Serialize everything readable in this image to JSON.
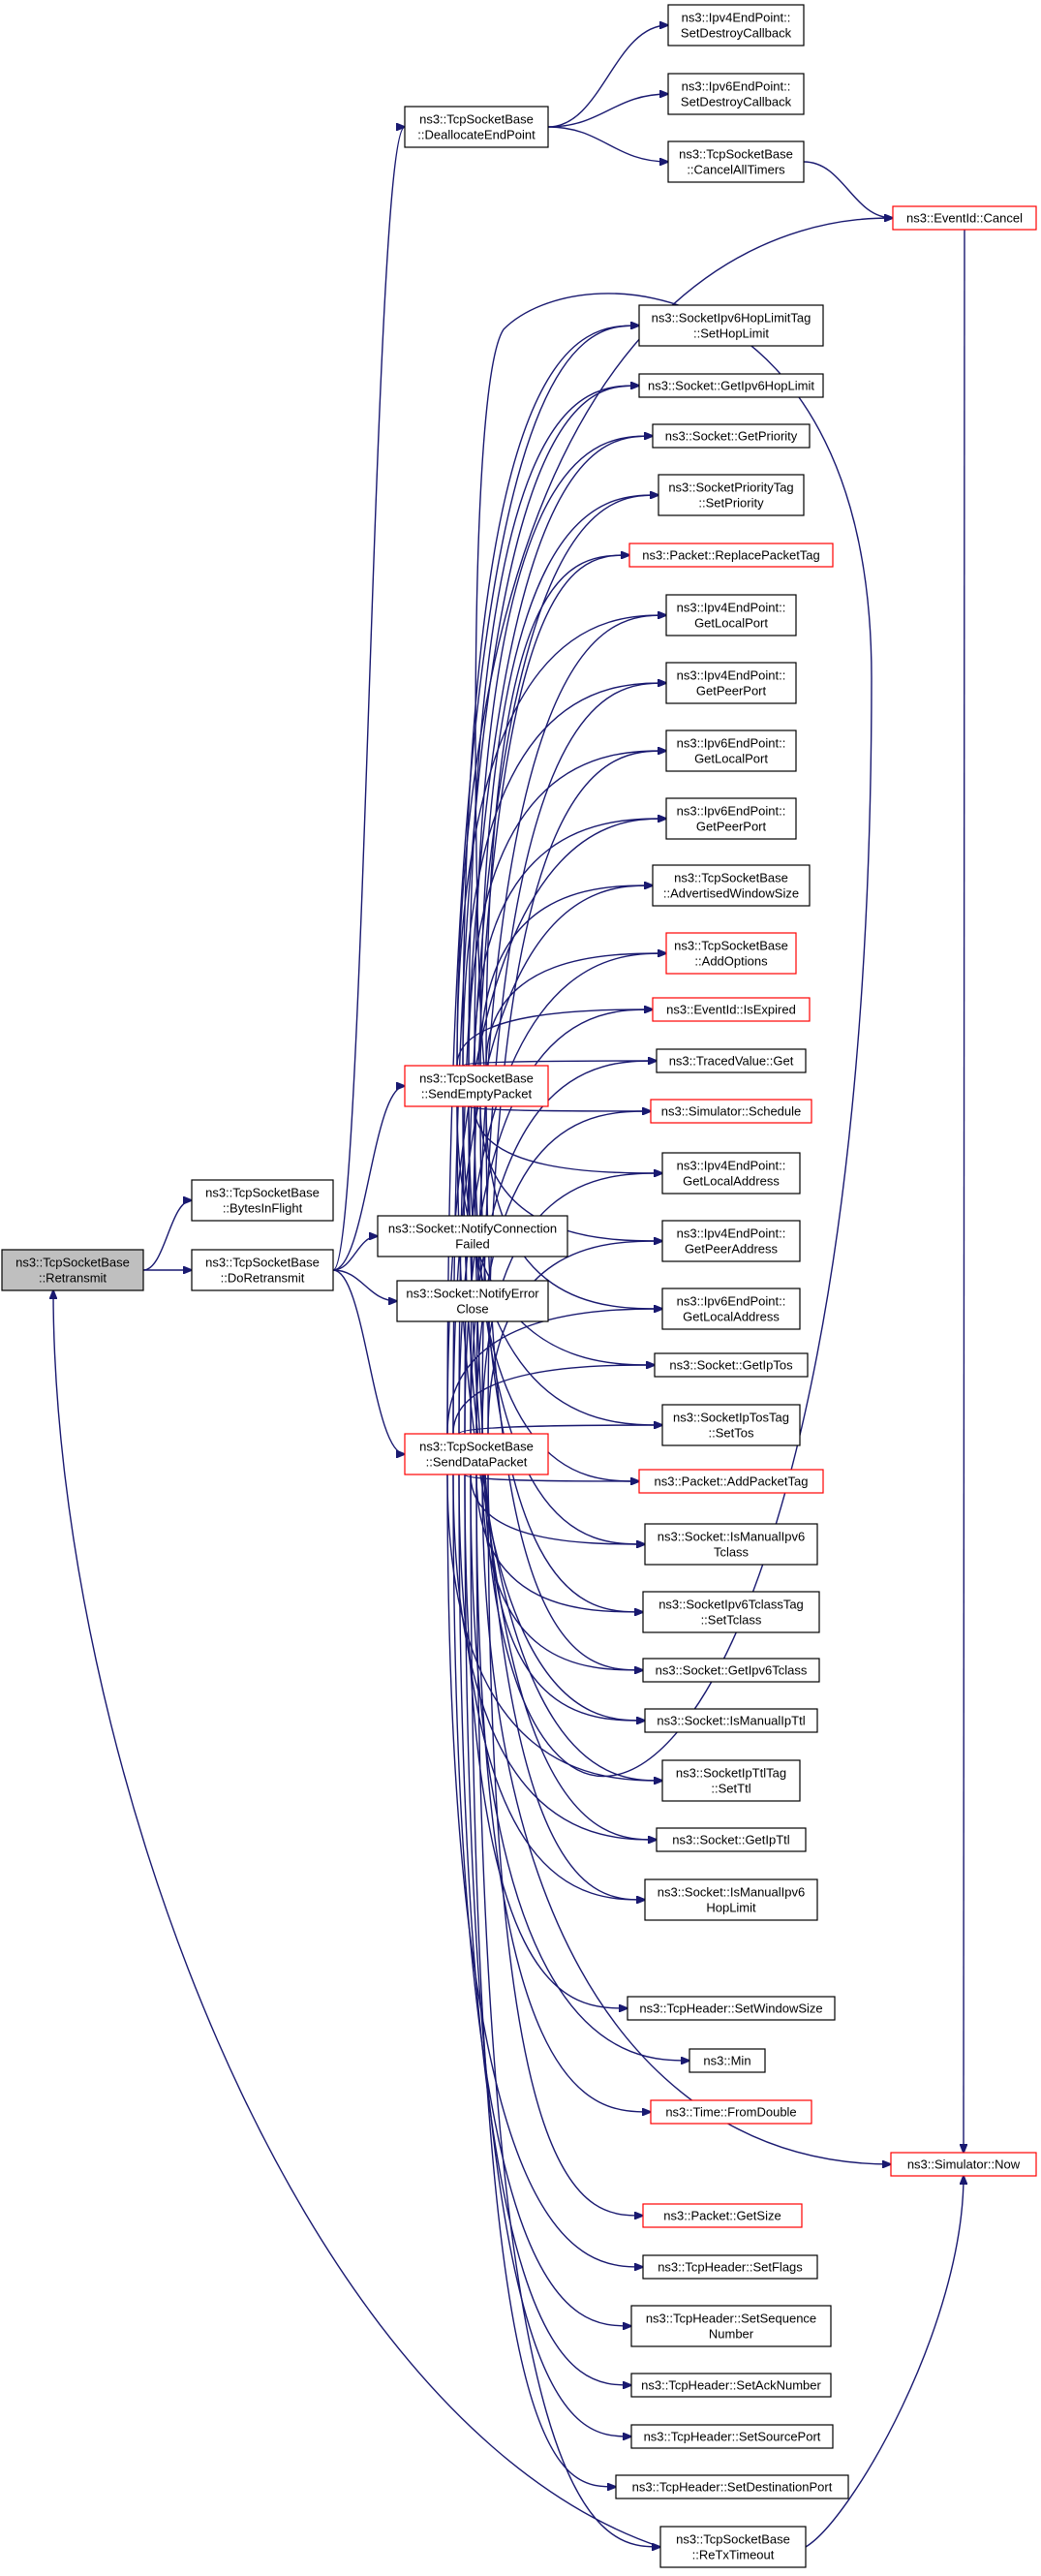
{
  "nodes": [
    {
      "id": "root",
      "lines": [
        "ns3::TcpSocketBase",
        "::Retransmit"
      ],
      "kind": "root"
    },
    {
      "id": "bif",
      "lines": [
        "ns3::TcpSocketBase",
        "::BytesInFlight"
      ],
      "kind": "normal"
    },
    {
      "id": "dor",
      "lines": [
        "ns3::TcpSocketBase",
        "::DoRetransmit"
      ],
      "kind": "normal"
    },
    {
      "id": "dealloc",
      "lines": [
        "ns3::TcpSocketBase",
        "::DeallocateEndPoint"
      ],
      "kind": "normal"
    },
    {
      "id": "ip4dcb",
      "lines": [
        "ns3::Ipv4EndPoint::",
        "SetDestroyCallback"
      ],
      "kind": "normal"
    },
    {
      "id": "ip6dcb",
      "lines": [
        "ns3::Ipv6EndPoint::",
        "SetDestroyCallback"
      ],
      "kind": "normal"
    },
    {
      "id": "cat",
      "lines": [
        "ns3::TcpSocketBase",
        "::CancelAllTimers"
      ],
      "kind": "normal"
    },
    {
      "id": "cancel",
      "lines": [
        "ns3::EventId::Cancel"
      ],
      "kind": "red"
    },
    {
      "id": "sep",
      "lines": [
        "ns3::TcpSocketBase",
        "::SendEmptyPacket"
      ],
      "kind": "red"
    },
    {
      "id": "ncf",
      "lines": [
        "ns3::Socket::NotifyConnection",
        "Failed"
      ],
      "kind": "normal"
    },
    {
      "id": "nec",
      "lines": [
        "ns3::Socket::NotifyError",
        "Close"
      ],
      "kind": "normal"
    },
    {
      "id": "sdp",
      "lines": [
        "ns3::TcpSocketBase",
        "::SendDataPacket"
      ],
      "kind": "red"
    },
    {
      "id": "hlt",
      "lines": [
        "ns3::SocketIpv6HopLimitTag",
        "::SetHopLimit"
      ],
      "kind": "normal"
    },
    {
      "id": "gihl",
      "lines": [
        "ns3::Socket::GetIpv6HopLimit"
      ],
      "kind": "normal"
    },
    {
      "id": "gp",
      "lines": [
        "ns3::Socket::GetPriority"
      ],
      "kind": "normal"
    },
    {
      "id": "spt",
      "lines": [
        "ns3::SocketPriorityTag",
        "::SetPriority"
      ],
      "kind": "normal"
    },
    {
      "id": "rpt",
      "lines": [
        "ns3::Packet::ReplacePacketTag"
      ],
      "kind": "red"
    },
    {
      "id": "i4lp",
      "lines": [
        "ns3::Ipv4EndPoint::",
        "GetLocalPort"
      ],
      "kind": "normal"
    },
    {
      "id": "i4pp",
      "lines": [
        "ns3::Ipv4EndPoint::",
        "GetPeerPort"
      ],
      "kind": "normal"
    },
    {
      "id": "i6lp",
      "lines": [
        "ns3::Ipv6EndPoint::",
        "GetLocalPort"
      ],
      "kind": "normal"
    },
    {
      "id": "i6pp",
      "lines": [
        "ns3::Ipv6EndPoint::",
        "GetPeerPort"
      ],
      "kind": "normal"
    },
    {
      "id": "aws",
      "lines": [
        "ns3::TcpSocketBase",
        "::AdvertisedWindowSize"
      ],
      "kind": "normal"
    },
    {
      "id": "ao",
      "lines": [
        "ns3::TcpSocketBase",
        "::AddOptions"
      ],
      "kind": "red"
    },
    {
      "id": "exp",
      "lines": [
        "ns3::EventId::IsExpired"
      ],
      "kind": "red"
    },
    {
      "id": "tvg",
      "lines": [
        "ns3::TracedValue::Get"
      ],
      "kind": "normal"
    },
    {
      "id": "sched",
      "lines": [
        "ns3::Simulator::Schedule"
      ],
      "kind": "red"
    },
    {
      "id": "i4la",
      "lines": [
        "ns3::Ipv4EndPoint::",
        "GetLocalAddress"
      ],
      "kind": "normal"
    },
    {
      "id": "i4pa",
      "lines": [
        "ns3::Ipv4EndPoint::",
        "GetPeerAddress"
      ],
      "kind": "normal"
    },
    {
      "id": "i6la",
      "lines": [
        "ns3::Ipv6EndPoint::",
        "GetLocalAddress"
      ],
      "kind": "normal"
    },
    {
      "id": "gtos",
      "lines": [
        "ns3::Socket::GetIpTos"
      ],
      "kind": "normal"
    },
    {
      "id": "stos",
      "lines": [
        "ns3::SocketIpTosTag",
        "::SetTos"
      ],
      "kind": "normal"
    },
    {
      "id": "apt",
      "lines": [
        "ns3::Packet::AddPacketTag"
      ],
      "kind": "red"
    },
    {
      "id": "imtc",
      "lines": [
        "ns3::Socket::IsManualIpv6",
        "Tclass"
      ],
      "kind": "normal"
    },
    {
      "id": "stc",
      "lines": [
        "ns3::SocketIpv6TclassTag",
        "::SetTclass"
      ],
      "kind": "normal"
    },
    {
      "id": "gtc",
      "lines": [
        "ns3::Socket::GetIpv6Tclass"
      ],
      "kind": "normal"
    },
    {
      "id": "imttl",
      "lines": [
        "ns3::Socket::IsManualIpTtl"
      ],
      "kind": "normal"
    },
    {
      "id": "sttl",
      "lines": [
        "ns3::SocketIpTtlTag",
        "::SetTtl"
      ],
      "kind": "normal"
    },
    {
      "id": "gttl",
      "lines": [
        "ns3::Socket::GetIpTtl"
      ],
      "kind": "normal"
    },
    {
      "id": "imhl",
      "lines": [
        "ns3::Socket::IsManualIpv6",
        "HopLimit"
      ],
      "kind": "normal"
    },
    {
      "id": "sws",
      "lines": [
        "ns3::TcpHeader::SetWindowSize"
      ],
      "kind": "normal"
    },
    {
      "id": "min",
      "lines": [
        "ns3::Min"
      ],
      "kind": "normal"
    },
    {
      "id": "fd",
      "lines": [
        "ns3::Time::FromDouble"
      ],
      "kind": "red"
    },
    {
      "id": "now",
      "lines": [
        "ns3::Simulator::Now"
      ],
      "kind": "red"
    },
    {
      "id": "gs",
      "lines": [
        "ns3::Packet::GetSize"
      ],
      "kind": "red"
    },
    {
      "id": "sf",
      "lines": [
        "ns3::TcpHeader::SetFlags"
      ],
      "kind": "normal"
    },
    {
      "id": "ssn",
      "lines": [
        "ns3::TcpHeader::SetSequence",
        "Number"
      ],
      "kind": "normal"
    },
    {
      "id": "san",
      "lines": [
        "ns3::TcpHeader::SetAckNumber"
      ],
      "kind": "normal"
    },
    {
      "id": "ssp",
      "lines": [
        "ns3::TcpHeader::SetSourcePort"
      ],
      "kind": "normal"
    },
    {
      "id": "sdport",
      "lines": [
        "ns3::TcpHeader::SetDestinationPort"
      ],
      "kind": "normal"
    },
    {
      "id": "rto",
      "lines": [
        "ns3::TcpSocketBase",
        "::ReTxTimeout"
      ],
      "kind": "normal"
    }
  ]
}
